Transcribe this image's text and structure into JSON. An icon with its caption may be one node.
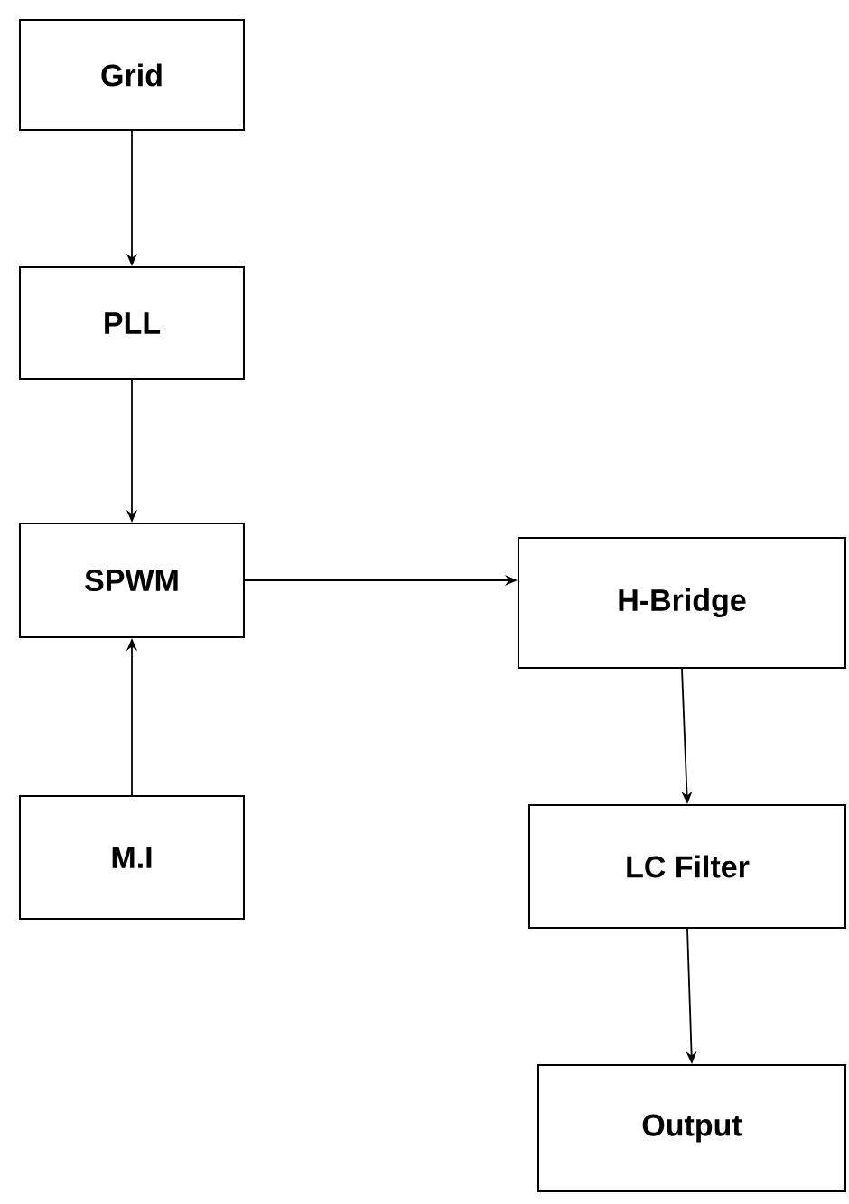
{
  "diagram": {
    "nodes": [
      {
        "text": [
          "Grid"
        ]
      },
      {
        "text": [
          "PLL"
        ]
      },
      {
        "text": [
          "SPWM"
        ]
      },
      {
        "text": [
          "M.I"
        ]
      },
      {
        "text": [
          "H-Bridge"
        ]
      },
      {
        "text": [
          "LC Filter"
        ]
      },
      {
        "text": [
          "Output"
        ]
      }
    ],
    "edges": [
      {
        "from": 0,
        "to": 1,
        "arrow": "to"
      },
      {
        "from": 1,
        "to": 2,
        "arrow": "to"
      },
      {
        "from": 3,
        "to": 2,
        "arrow": "to"
      },
      {
        "from": 2,
        "to": 4,
        "arrow": "to"
      },
      {
        "from": 4,
        "to": 5,
        "arrow": "to"
      },
      {
        "from": 5,
        "to": 6,
        "arrow": "to"
      }
    ]
  }
}
